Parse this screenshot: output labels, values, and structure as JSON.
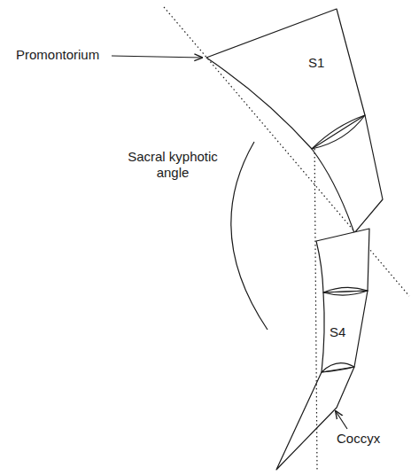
{
  "diagram": {
    "labels": [
      "Promontorium",
      "S1",
      "Sacral kyphotic angle",
      "S4",
      "Coccyx"
    ]
  }
}
